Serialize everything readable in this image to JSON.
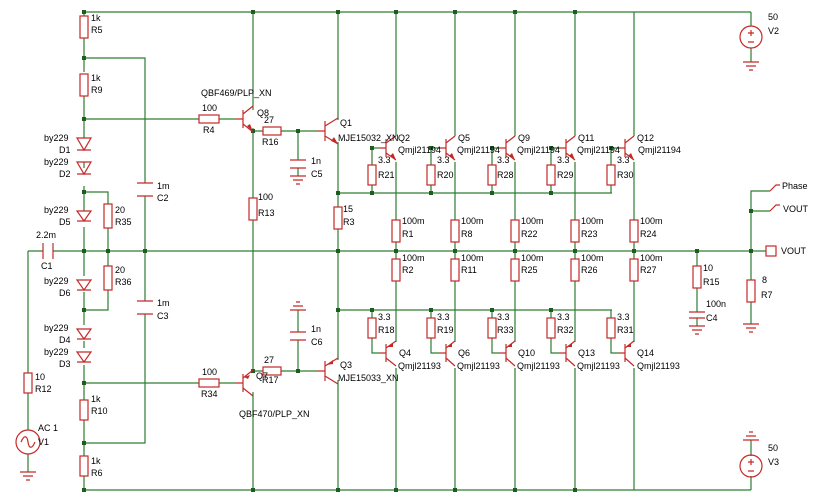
{
  "resistors": [
    {
      "id": "r5",
      "ref": "R5",
      "value": "1k"
    },
    {
      "id": "r9",
      "ref": "R9",
      "value": "1k"
    },
    {
      "id": "r35",
      "ref": "R35",
      "value": "20"
    },
    {
      "id": "r36",
      "ref": "R36",
      "value": "20"
    },
    {
      "id": "r10",
      "ref": "R10",
      "value": "1k"
    },
    {
      "id": "r6",
      "ref": "R6",
      "value": "1k"
    },
    {
      "id": "r12",
      "ref": "R12",
      "value": "10"
    },
    {
      "id": "r4",
      "ref": "R4",
      "value": "100"
    },
    {
      "id": "r34",
      "ref": "R34",
      "value": "100"
    },
    {
      "id": "r16",
      "ref": "R16",
      "value": "27"
    },
    {
      "id": "r17",
      "ref": "R17",
      "value": "27"
    },
    {
      "id": "r13",
      "ref": "R13",
      "value": "100"
    },
    {
      "id": "r3",
      "ref": "R3",
      "value": "15"
    },
    {
      "id": "r21",
      "ref": "R21",
      "value": "3.3"
    },
    {
      "id": "r20",
      "ref": "R20",
      "value": "3.3"
    },
    {
      "id": "r28",
      "ref": "R28",
      "value": "3.3"
    },
    {
      "id": "r29",
      "ref": "R29",
      "value": "3.3"
    },
    {
      "id": "r30",
      "ref": "R30",
      "value": "3.3"
    },
    {
      "id": "r18",
      "ref": "R18",
      "value": "3.3"
    },
    {
      "id": "r19",
      "ref": "R19",
      "value": "3.3"
    },
    {
      "id": "r33",
      "ref": "R33",
      "value": "3.3"
    },
    {
      "id": "r32",
      "ref": "R32",
      "value": "3.3"
    },
    {
      "id": "r31",
      "ref": "R31",
      "value": "3.3"
    },
    {
      "id": "r1",
      "ref": "R1",
      "value": "100m"
    },
    {
      "id": "r8",
      "ref": "R8",
      "value": "100m"
    },
    {
      "id": "r22",
      "ref": "R22",
      "value": "100m"
    },
    {
      "id": "r23",
      "ref": "R23",
      "value": "100m"
    },
    {
      "id": "r24",
      "ref": "R24",
      "value": "100m"
    },
    {
      "id": "r2",
      "ref": "R2",
      "value": "100m"
    },
    {
      "id": "r11",
      "ref": "R11",
      "value": "100m"
    },
    {
      "id": "r25",
      "ref": "R25",
      "value": "100m"
    },
    {
      "id": "r26",
      "ref": "R26",
      "value": "100m"
    },
    {
      "id": "r27",
      "ref": "R27",
      "value": "100m"
    },
    {
      "id": "r15",
      "ref": "R15",
      "value": "10"
    },
    {
      "id": "r7",
      "ref": "R7",
      "value": "8"
    }
  ],
  "capacitors": [
    {
      "id": "c1",
      "ref": "C1",
      "value": "2.2m"
    },
    {
      "id": "c2",
      "ref": "C2",
      "value": "1m"
    },
    {
      "id": "c3",
      "ref": "C3",
      "value": "1m"
    },
    {
      "id": "c5",
      "ref": "C5",
      "value": "1n"
    },
    {
      "id": "c6",
      "ref": "C6",
      "value": "1n"
    },
    {
      "id": "c4",
      "ref": "C4",
      "value": "100n"
    }
  ],
  "diodes": [
    {
      "id": "d1",
      "ref": "D1",
      "value": "by229"
    },
    {
      "id": "d2",
      "ref": "D2",
      "value": "by229"
    },
    {
      "id": "d5",
      "ref": "D5",
      "value": "by229"
    },
    {
      "id": "d6",
      "ref": "D6",
      "value": "by229"
    },
    {
      "id": "d4",
      "ref": "D4",
      "value": "by229"
    },
    {
      "id": "d3",
      "ref": "D3",
      "value": "by229"
    }
  ],
  "transistors": [
    {
      "id": "q8",
      "ref": "Q8",
      "value": "QBF469/PLP_XN"
    },
    {
      "id": "q7",
      "ref": "Q7",
      "value": "QBF470/PLP_XN"
    },
    {
      "id": "q1",
      "ref": "Q1",
      "value": "MJE15032_XN"
    },
    {
      "id": "q3",
      "ref": "Q3",
      "value": "MJE15033_XN"
    },
    {
      "id": "q2",
      "ref": "Q2",
      "value": "Qmjl21194"
    },
    {
      "id": "q5",
      "ref": "Q5",
      "value": "Qmjl21194"
    },
    {
      "id": "q9",
      "ref": "Q9",
      "value": "Qmjl21194"
    },
    {
      "id": "q11",
      "ref": "Q11",
      "value": "Qmjl21194"
    },
    {
      "id": "q12",
      "ref": "Q12",
      "value": "Qmjl21194"
    },
    {
      "id": "q4",
      "ref": "Q4",
      "value": "Qmjl21193"
    },
    {
      "id": "q6",
      "ref": "Q6",
      "value": "Qmjl21193"
    },
    {
      "id": "q10",
      "ref": "Q10",
      "value": "Qmjl21193"
    },
    {
      "id": "q13",
      "ref": "Q13",
      "value": "Qmjl21193"
    },
    {
      "id": "q14",
      "ref": "Q14",
      "value": "Qmjl21193"
    }
  ],
  "sources": [
    {
      "id": "v2",
      "ref": "V2",
      "value": "50"
    },
    {
      "id": "v3",
      "ref": "V3",
      "value": "50"
    },
    {
      "id": "v1",
      "ref": "V1",
      "value": "AC 1"
    }
  ],
  "net_labels": {
    "phase": "Phase",
    "vout_a": "VOUT",
    "vout_b": "VOUT"
  },
  "colors": {
    "wire": "#2e7d32",
    "component": "#c62828",
    "junction": "#1b5e20",
    "text": "#000000"
  }
}
